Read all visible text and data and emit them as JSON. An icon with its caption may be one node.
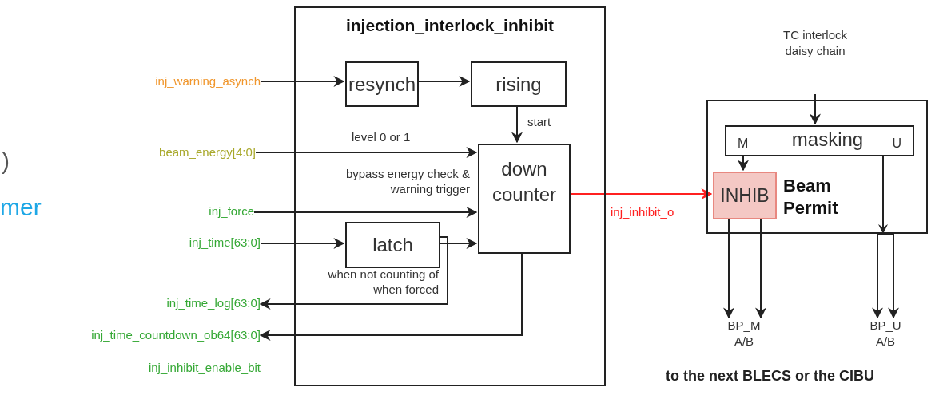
{
  "diagram": {
    "nodes": [
      {
        "text": [
          "injection_interlock_inhibit"
        ]
      },
      {
        "text": [
          "resynch"
        ],
        "in": 0
      },
      {
        "text": [
          "rising"
        ],
        "in": 0
      },
      {
        "text": [
          "down counter"
        ],
        "in": 0
      },
      {
        "text": [
          "latch"
        ],
        "in": 0
      },
      {
        "text": [
          "inj_warning_asynch"
        ]
      },
      {
        "text": [
          "beam_energy[4:0]"
        ]
      },
      {
        "text": [
          "inj_force"
        ]
      },
      {
        "text": [
          "inj_time[63:0]"
        ]
      },
      {
        "text": [
          "inj_time_log[63:0]"
        ]
      },
      {
        "text": [
          "inj_time_countdown_ob64[63:0]"
        ]
      },
      {
        "text": [
          "TC interlock daisy chain"
        ]
      },
      {
        "text": [
          "Beam Permit"
        ]
      },
      {
        "text": [
          "M",
          "masking",
          "U"
        ],
        "in": 12
      },
      {
        "text": [
          "INHIB"
        ],
        "in": 12
      },
      {
        "text": [
          "BP_M A/B"
        ]
      },
      {
        "text": [
          "BP_U A/B"
        ]
      }
    ],
    "edges": [
      {
        "from": 5,
        "to": 1,
        "arrow": "to"
      },
      {
        "from": 1,
        "to": 2,
        "arrow": "to"
      },
      {
        "from": 2,
        "to": 3,
        "arrow": "to",
        "label": "start"
      },
      {
        "from": 6,
        "to": 3,
        "arrow": "to",
        "label": "level 0 or 1"
      },
      {
        "from": 7,
        "to": 3,
        "arrow": "to",
        "label": "bypass energy check & warning trigger"
      },
      {
        "from": 8,
        "to": 4,
        "arrow": "to"
      },
      {
        "from": 4,
        "to": 3,
        "arrow": "to"
      },
      {
        "from": 4,
        "to": 9,
        "arrow": "to",
        "label": "when not counting of when forced"
      },
      {
        "from": 3,
        "to": 10,
        "arrow": "to"
      },
      {
        "from": 3,
        "to": 14,
        "arrow": "to",
        "label": "inj_inhibit_o",
        "color": "#ff2020"
      },
      {
        "from": 11,
        "to": 13,
        "arrow": "to"
      },
      {
        "from": 13,
        "to": 14,
        "arrow": "to"
      },
      {
        "from": 14,
        "to": 15,
        "arrow": "to"
      },
      {
        "from": 14,
        "to": 15,
        "arrow": "to"
      },
      {
        "from": 13,
        "to": 16,
        "arrow": "to"
      },
      {
        "from": 13,
        "to": 16,
        "arrow": "to"
      }
    ],
    "labels": [
      ")",
      "mer",
      "inj_inhibit_enable_bit",
      "to the next BLECS or the CIBU"
    ]
  }
}
